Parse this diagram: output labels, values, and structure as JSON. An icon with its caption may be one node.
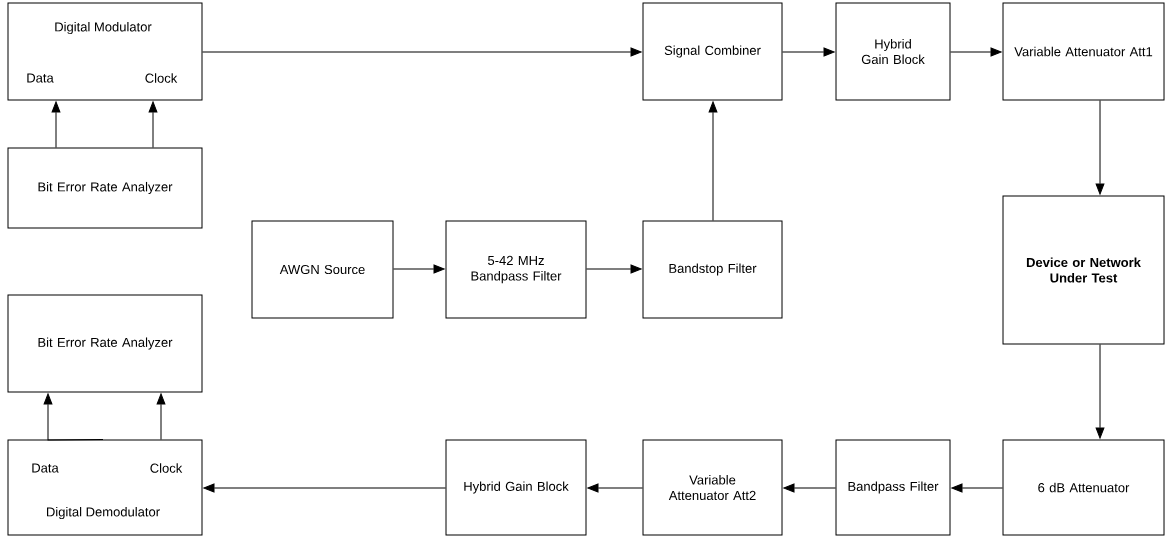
{
  "diagram": {
    "nodes": [
      {
        "text": [
          "Digital Modulator",
          "Data",
          "Clock"
        ]
      },
      {
        "text": [
          "Bit Error Rate Analyzer"
        ]
      },
      {
        "text": [
          "Signal Combiner"
        ]
      },
      {
        "text": [
          "Hybrid Gain Block"
        ]
      },
      {
        "text": [
          "Variable Attenuator Att1"
        ]
      },
      {
        "text": [
          "**Device or Network Under Test**"
        ]
      },
      {
        "text": [
          "AWGN Source"
        ]
      },
      {
        "text": [
          "5-42 MHz Bandpass Filter"
        ]
      },
      {
        "text": [
          "Bandstop Filter"
        ]
      },
      {
        "text": [
          "Bit Error Rate Analyzer"
        ]
      },
      {
        "text": [
          "Data",
          "Clock",
          "Digital Demodulator"
        ]
      },
      {
        "text": [
          "Hybrid Gain Block"
        ]
      },
      {
        "text": [
          "Variable Attenuator Att2"
        ]
      },
      {
        "text": [
          "Bandpass Filter"
        ]
      },
      {
        "text": [
          "6 dB Attenuator"
        ]
      }
    ],
    "edges": [
      {
        "from": 0,
        "to": 2,
        "arrow": "to"
      },
      {
        "from": 1,
        "to": 0,
        "arrow": "to"
      },
      {
        "from": 1,
        "to": 0,
        "arrow": "to"
      },
      {
        "from": 2,
        "to": 3,
        "arrow": "to"
      },
      {
        "from": 3,
        "to": 4,
        "arrow": "to"
      },
      {
        "from": 4,
        "to": 5,
        "arrow": "to"
      },
      {
        "from": 6,
        "to": 7,
        "arrow": "to"
      },
      {
        "from": 7,
        "to": 8,
        "arrow": "to"
      },
      {
        "from": 8,
        "to": 2,
        "arrow": "to"
      },
      {
        "from": 5,
        "to": 14,
        "arrow": "to"
      },
      {
        "from": 14,
        "to": 13,
        "arrow": "to"
      },
      {
        "from": 13,
        "to": 12,
        "arrow": "to"
      },
      {
        "from": 12,
        "to": 11,
        "arrow": "to"
      },
      {
        "from": 11,
        "to": 10,
        "arrow": "to"
      },
      {
        "from": 10,
        "to": 9,
        "arrow": "to"
      },
      {
        "from": 10,
        "to": 9,
        "arrow": "to"
      }
    ]
  }
}
